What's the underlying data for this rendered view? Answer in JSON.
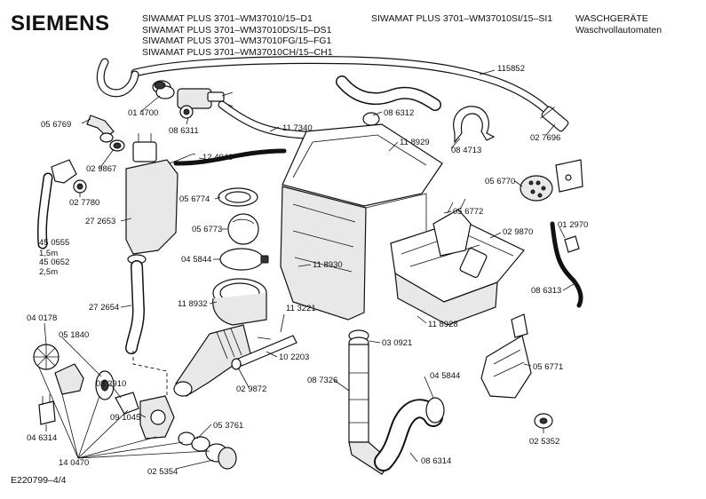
{
  "header": {
    "brand": "SIEMENS",
    "models": [
      "SIWAMAT PLUS 3701–WM37010/15–D1",
      "SIWAMAT PLUS 3701–WM37010DS/15–DS1",
      "SIWAMAT PLUS 3701–WM37010FG/15–FG1",
      "SIWAMAT PLUS 3701–WM37010CH/15–CH1"
    ],
    "variant": "SIWAMAT PLUS 3701–WM37010SI/15–SI1",
    "category_line1": "WASCHGERÄTE",
    "category_line2": "Waschvollautomaten"
  },
  "footer": {
    "drawing_id": "E220799–4/4"
  },
  "parts": [
    {
      "id": "p115852",
      "label": "115852"
    },
    {
      "id": "p014700",
      "label": "01 4700"
    },
    {
      "id": "p086312",
      "label": "08 6312"
    },
    {
      "id": "p056769",
      "label": "05 6769"
    },
    {
      "id": "p086311",
      "label": "08 6311"
    },
    {
      "id": "p117340",
      "label": "11 7340"
    },
    {
      "id": "p118929",
      "label": "11 8929"
    },
    {
      "id": "p084713",
      "label": "08 4713"
    },
    {
      "id": "p027696",
      "label": "02 7696"
    },
    {
      "id": "p029867",
      "label": "02 9867"
    },
    {
      "id": "p124040",
      "label": "12 4040"
    },
    {
      "id": "p027780",
      "label": "02 7780"
    },
    {
      "id": "p056774",
      "label": "05 6774"
    },
    {
      "id": "p056770",
      "label": "05 6770"
    },
    {
      "id": "p056772",
      "label": "05 6772"
    },
    {
      "id": "p272653",
      "label": "27 2653"
    },
    {
      "id": "p056773",
      "label": "05 6773"
    },
    {
      "id": "p029870",
      "label": "02 9870"
    },
    {
      "id": "p012970",
      "label": "01 2970"
    },
    {
      "id": "p450555",
      "label": "45 0555"
    },
    {
      "id": "p15m",
      "label": "1,5m"
    },
    {
      "id": "p450652",
      "label": "45 0652"
    },
    {
      "id": "p25m",
      "label": "2,5m"
    },
    {
      "id": "p045844a",
      "label": "04 5844"
    },
    {
      "id": "p118930",
      "label": "11 8930"
    },
    {
      "id": "p086313",
      "label": "08 6313"
    },
    {
      "id": "p272654",
      "label": "27 2654"
    },
    {
      "id": "p118932",
      "label": "11 8932"
    },
    {
      "id": "p113221",
      "label": "11 3221"
    },
    {
      "id": "p118928",
      "label": "11 8928"
    },
    {
      "id": "p040178",
      "label": "04 0178"
    },
    {
      "id": "p051840",
      "label": "05 1840"
    },
    {
      "id": "p030921",
      "label": "03 0921"
    },
    {
      "id": "p102203",
      "label": "10 2203"
    },
    {
      "id": "p087326",
      "label": "08 7326"
    },
    {
      "id": "p045844b",
      "label": "04 5844"
    },
    {
      "id": "p056771",
      "label": "05 6771"
    },
    {
      "id": "p032910",
      "label": "03 2910"
    },
    {
      "id": "p029872",
      "label": "02 9872"
    },
    {
      "id": "p091045",
      "label": "09 1045"
    },
    {
      "id": "p053761",
      "label": "05 3761"
    },
    {
      "id": "p046314",
      "label": "04 6314"
    },
    {
      "id": "p086314",
      "label": "08 6314"
    },
    {
      "id": "p025352",
      "label": "02 5352"
    },
    {
      "id": "p140470",
      "label": "14 0470"
    },
    {
      "id": "p025354",
      "label": "02 5354"
    }
  ]
}
